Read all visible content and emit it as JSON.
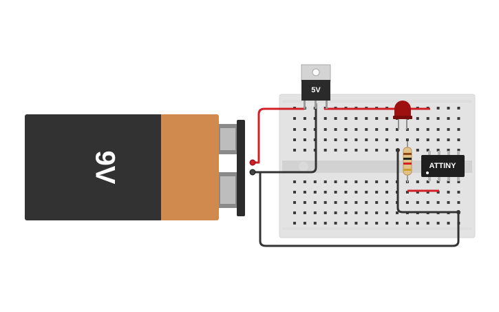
{
  "battery": {
    "label": "9V",
    "body_color": "#323232",
    "cap_color": "#d08a4e"
  },
  "regulator": {
    "label": "5V"
  },
  "chip": {
    "label": "ATTINY"
  },
  "colors": {
    "wire_red": "#d11f28",
    "wire_black": "#333333",
    "breadboard": "#e4e4e4",
    "led_red": "#9e1010"
  }
}
